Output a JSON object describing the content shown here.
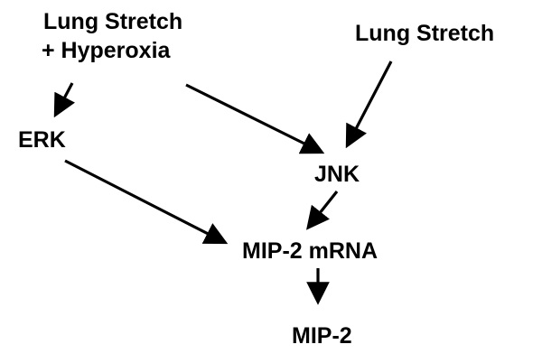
{
  "diagram": {
    "nodes": {
      "stretch_hyperoxia": {
        "line1": "Lung Stretch",
        "line2": "+ Hyperoxia"
      },
      "stretch": {
        "label": "Lung Stretch"
      },
      "erk": {
        "label": "ERK"
      },
      "jnk": {
        "label": "JNK"
      },
      "mip2_mrna": {
        "label": "MIP-2 mRNA"
      },
      "mip2": {
        "label": "MIP-2"
      }
    },
    "edges": [
      {
        "from": "stretch_hyperoxia",
        "to": "erk"
      },
      {
        "from": "stretch_hyperoxia",
        "to": "jnk"
      },
      {
        "from": "stretch",
        "to": "jnk"
      },
      {
        "from": "erk",
        "to": "mip2_mrna"
      },
      {
        "from": "jnk",
        "to": "mip2_mrna"
      },
      {
        "from": "mip2_mrna",
        "to": "mip2"
      }
    ],
    "colors": {
      "text": "#000000",
      "arrow": "#000000",
      "background": "#ffffff"
    }
  }
}
